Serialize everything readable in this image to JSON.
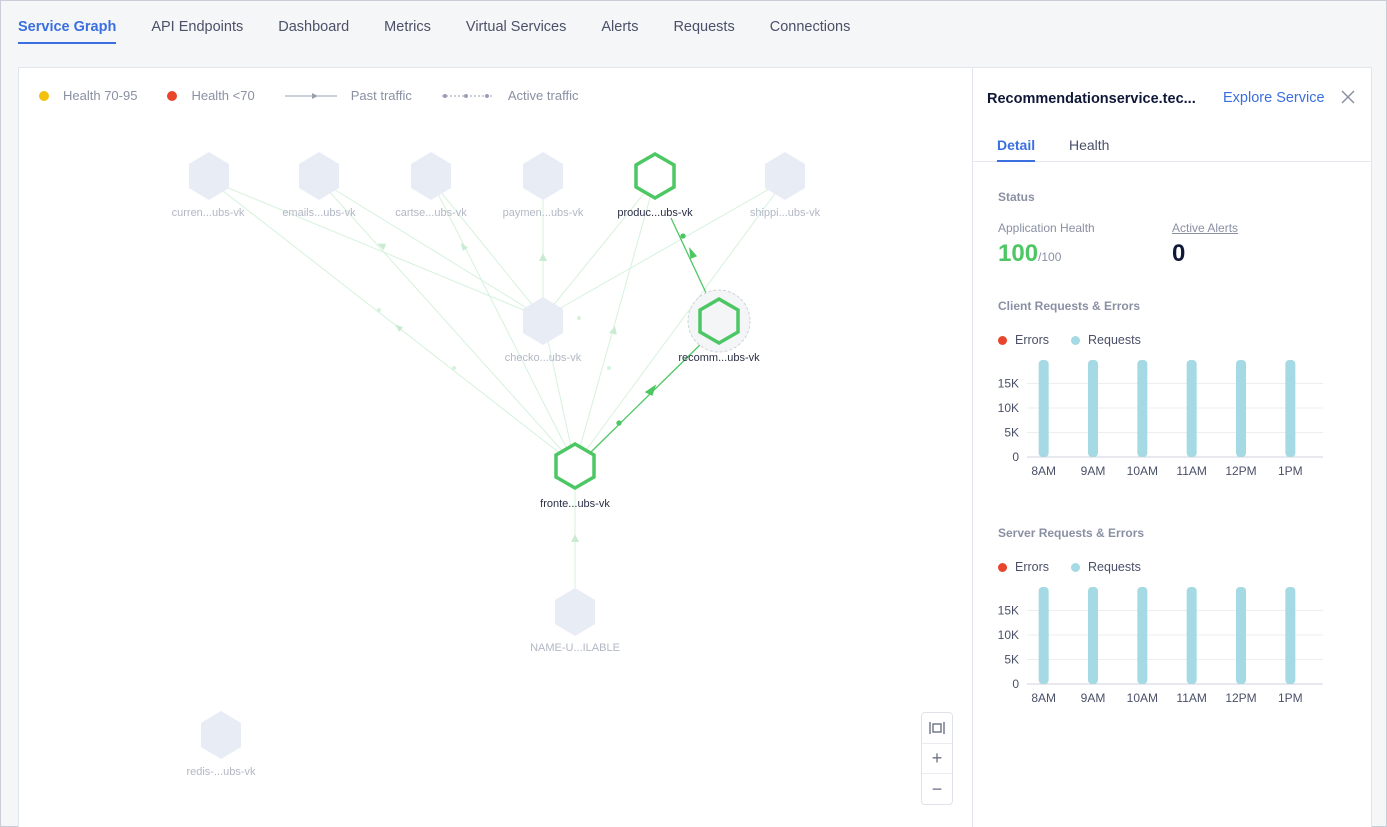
{
  "tabs": [
    "Service Graph",
    "API Endpoints",
    "Dashboard",
    "Metrics",
    "Virtual Services",
    "Alerts",
    "Requests",
    "Connections"
  ],
  "legend": {
    "health_warn": "Health 70-95",
    "health_bad": "Health <70",
    "past_traffic": "Past traffic",
    "active_traffic": "Active traffic"
  },
  "colors": {
    "accent": "#3b6fe0",
    "healthy": "#4cc763",
    "warn": "#f2c10c",
    "bad": "#e8452c",
    "requests": "#a5d9e4",
    "node_inactive": "#e8ecf5"
  },
  "nodes": {
    "currency": "curren...ubs-vk",
    "email": "emails...ubs-vk",
    "cart": "cartse...ubs-vk",
    "payment": "paymen...ubs-vk",
    "product": "produc...ubs-vk",
    "shipping": "shippi...ubs-vk",
    "checkout": "checko...ubs-vk",
    "recommend": "recomm...ubs-vk",
    "frontend": "fronte...ubs-vk",
    "unavailable": "NAME-U...ILABLE",
    "redis": "redis-...ubs-vk"
  },
  "zoom": {
    "fit": "fit-icon",
    "in": "+",
    "out": "−"
  },
  "panel": {
    "title": "Recommendationservice.tec...",
    "explore": "Explore Service",
    "tabs": [
      "Detail",
      "Health"
    ],
    "status_label": "Status",
    "app_health_label": "Application Health",
    "app_health_value": "100",
    "app_health_max": "/100",
    "alerts_label": "Active Alerts",
    "alerts_value": "0",
    "client_title": "Client Requests & Errors",
    "server_title": "Server Requests & Errors",
    "errors_label": "Errors",
    "requests_label": "Requests"
  },
  "chart_data": [
    {
      "type": "bar",
      "title": "Client Requests & Errors",
      "categories": [
        "8AM",
        "9AM",
        "10AM",
        "11AM",
        "12PM",
        "1PM"
      ],
      "yticks": [
        "0",
        "5K",
        "10K",
        "15K"
      ],
      "ylim": [
        0,
        20000
      ],
      "series": [
        {
          "name": "Requests",
          "values": [
            19800,
            19800,
            19800,
            19800,
            19800,
            19800
          ]
        },
        {
          "name": "Errors",
          "values": [
            0,
            0,
            0,
            0,
            0,
            0
          ]
        }
      ]
    },
    {
      "type": "bar",
      "title": "Server Requests & Errors",
      "categories": [
        "8AM",
        "9AM",
        "10AM",
        "11AM",
        "12PM",
        "1PM"
      ],
      "yticks": [
        "0",
        "5K",
        "10K",
        "15K"
      ],
      "ylim": [
        0,
        20000
      ],
      "series": [
        {
          "name": "Requests",
          "values": [
            19800,
            19800,
            19800,
            19800,
            19800,
            19800
          ]
        },
        {
          "name": "Errors",
          "values": [
            0,
            0,
            0,
            0,
            0,
            0
          ]
        }
      ]
    }
  ]
}
